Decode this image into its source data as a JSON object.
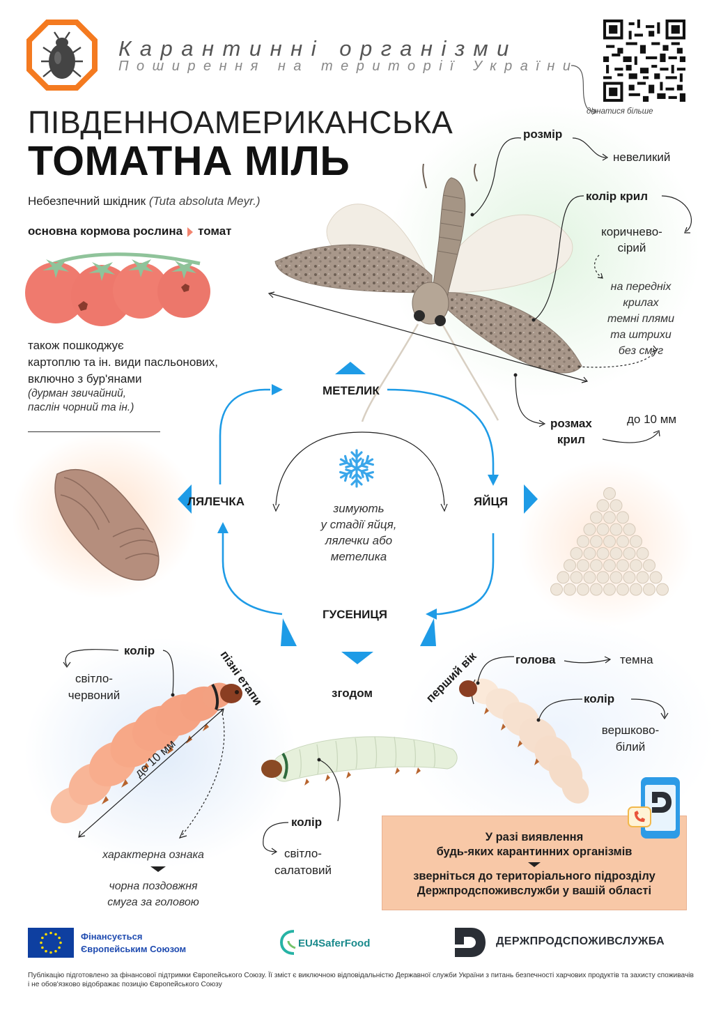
{
  "header": {
    "series_title": "Карантинні організми",
    "series_subtitle": "Поширення на території України",
    "qr_caption": "дізнатися більше"
  },
  "title": {
    "line1": "ПІВДЕННОАМЕРИКАНСЬКА",
    "line2": "ТОМАТНА МІЛЬ"
  },
  "subtitle": {
    "text": "Небезпечний шкідник ",
    "latin": "(Tuta absoluta Meyr.)"
  },
  "host": {
    "label": "основна кормова рослина",
    "plant": "томат"
  },
  "also_damages": {
    "line1": "також пошкоджує",
    "line2": "картоплю та ін. види пасльонових,",
    "line3": "включно з бур'янами",
    "ex1": "(дурман звичайний,",
    "ex2": "паслін чорний та ін.)"
  },
  "adult": {
    "size_label": "розмір",
    "size_value": "невеликий",
    "wing_color_label": "колір крил",
    "wing_color_value1": "коричнево-",
    "wing_color_value2": "сірий",
    "wing_note1": "на передніх",
    "wing_note2": "крилах",
    "wing_note3": "темні плями",
    "wing_note4": "та штрихи",
    "wing_note5": "без смуг",
    "span_label1": "розмах",
    "span_label2": "крил",
    "span_value": "до 10 мм"
  },
  "cycle": {
    "butterfly": "МЕТЕЛИК",
    "eggs": "ЯЙЦЯ",
    "pupa": "ЛЯЛЕЧКА",
    "caterpillar": "ГУСЕНИЦЯ",
    "winter1": "зимують",
    "winter2": "у стадії яйця,",
    "winter3": "лялечки або",
    "winter4": "метелика"
  },
  "larva": {
    "late_stages": "пізні етапи",
    "later": "згодом",
    "first_instar": "перший вік",
    "late_color_label": "колір",
    "late_color_value1": "світло-",
    "late_color_value2": "червоний",
    "late_length": "до 10 мм",
    "feature_label": "характерна ознака",
    "feature_value1": "чорна поздовжня",
    "feature_value2": "смуга за головою",
    "mid_color_label": "колір",
    "mid_color_value1": "світло-",
    "mid_color_value2": "салатовий",
    "head_label": "голова",
    "head_value": "темна",
    "first_color_label": "колір",
    "first_color_value1": "вершково-",
    "first_color_value2": "білий"
  },
  "contact": {
    "line1": "У разі виявлення",
    "line2": "будь-яких карантинних організмів",
    "line3": "зверніться до територіального підрозділу",
    "line4": "Держпродспоживслужби у вашій області"
  },
  "footer": {
    "eu_line1": "Фінансується",
    "eu_line2": "Європейським Союзом",
    "eu4": "EU4SaferFood",
    "dpss": "ДЕРЖПРОДСПОЖИВСЛУЖБА",
    "disclaimer": "Публікацію підготовлено за фінансової підтримки Європейського Союзу. Її зміст є виключною відповідальністю Державної служби України з питань безпечності харчових продуктів та захисту споживачів і не обов'язково відображає позицію Європейського Союзу"
  },
  "colors": {
    "accent_blue": "#1e9be6",
    "logo_orange": "#f47a20",
    "contact_bg": "#f8c8a7",
    "eu_blue": "#0e3fa0"
  }
}
